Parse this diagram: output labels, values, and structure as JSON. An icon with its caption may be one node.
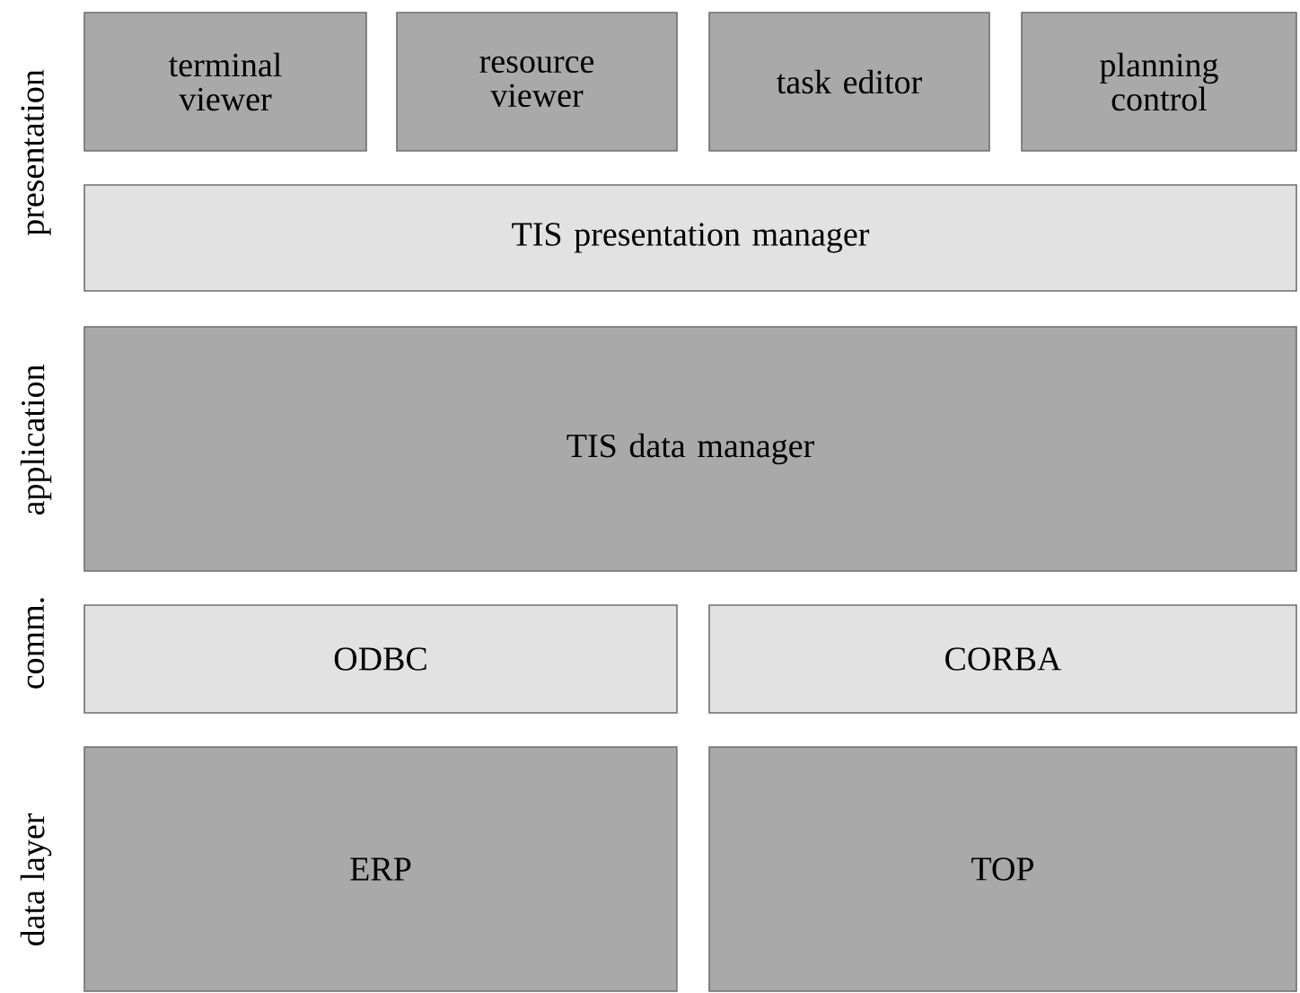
{
  "diagram": {
    "nodes": [
      {
        "text": [
          "terminal viewer"
        ]
      },
      {
        "text": [
          "resource viewer"
        ]
      },
      {
        "text": [
          "task editor"
        ]
      },
      {
        "text": [
          "planning control"
        ]
      },
      {
        "text": [
          "TIS presentation manager"
        ]
      },
      {
        "text": [
          "TIS data manager"
        ]
      },
      {
        "text": [
          "ODBC"
        ]
      },
      {
        "text": [
          "CORBA"
        ]
      },
      {
        "text": [
          "ERP"
        ]
      },
      {
        "text": [
          "TOP"
        ]
      }
    ],
    "labels": [
      "presentation",
      "application",
      "comm.",
      "data layer"
    ]
  }
}
